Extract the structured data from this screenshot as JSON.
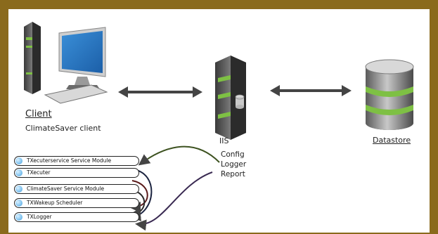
{
  "client": {
    "title": "Client",
    "subtitle": "ClimateSaver client"
  },
  "server": {
    "title": "IIS",
    "items": [
      "Config",
      "Logger",
      "Report"
    ]
  },
  "datastore": {
    "title": "Datastore"
  },
  "modules": [
    "TXecuterservice Service Module",
    "TXecuter",
    "ClimateSaver Service Module",
    "TXWakeup Scheduler",
    "TXLogger"
  ],
  "colors": {
    "frame": "#8a6a1c",
    "accent_green": "#7ec044",
    "arrow": "#444444",
    "curve_green": "#3d5220",
    "curve_navy": "#1c2440",
    "curve_maroon": "#5a1a1a",
    "curve_purple": "#3a2a52"
  }
}
